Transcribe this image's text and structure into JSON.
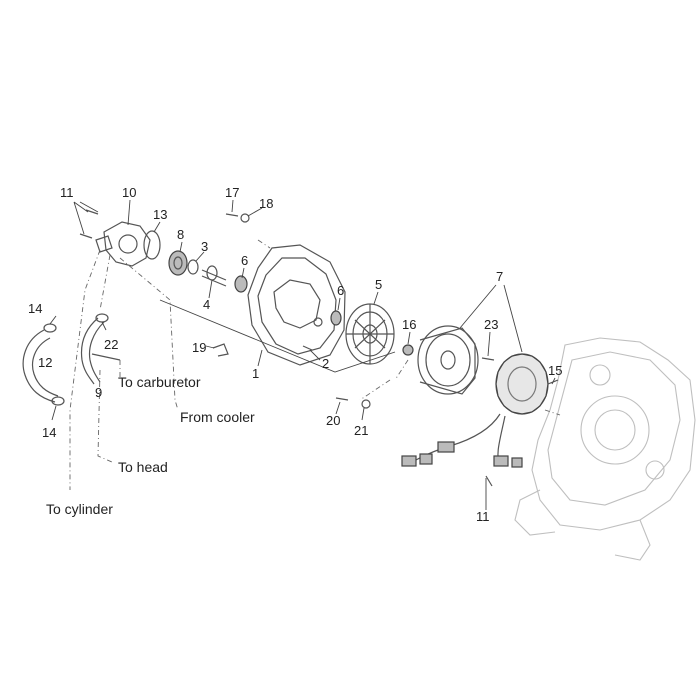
{
  "diagram": {
    "callouts": {
      "c1": "1",
      "c2": "2",
      "c3": "3",
      "c4": "4",
      "c5": "5",
      "c6a": "6",
      "c6b": "6",
      "c7": "7",
      "c8": "8",
      "c9": "9",
      "c10": "10",
      "c11a": "11",
      "c11b": "11",
      "c12": "12",
      "c13": "13",
      "c14a": "14",
      "c14b": "14",
      "c15": "15",
      "c16": "16",
      "c17": "17",
      "c18": "18",
      "c19": "19",
      "c20": "20",
      "c21": "21",
      "c22": "22",
      "c23": "23"
    },
    "routing": {
      "to_carburetor": "To carburetor",
      "from_cooler": "From cooler",
      "to_head": "To head",
      "to_cylinder": "To cylinder"
    }
  }
}
